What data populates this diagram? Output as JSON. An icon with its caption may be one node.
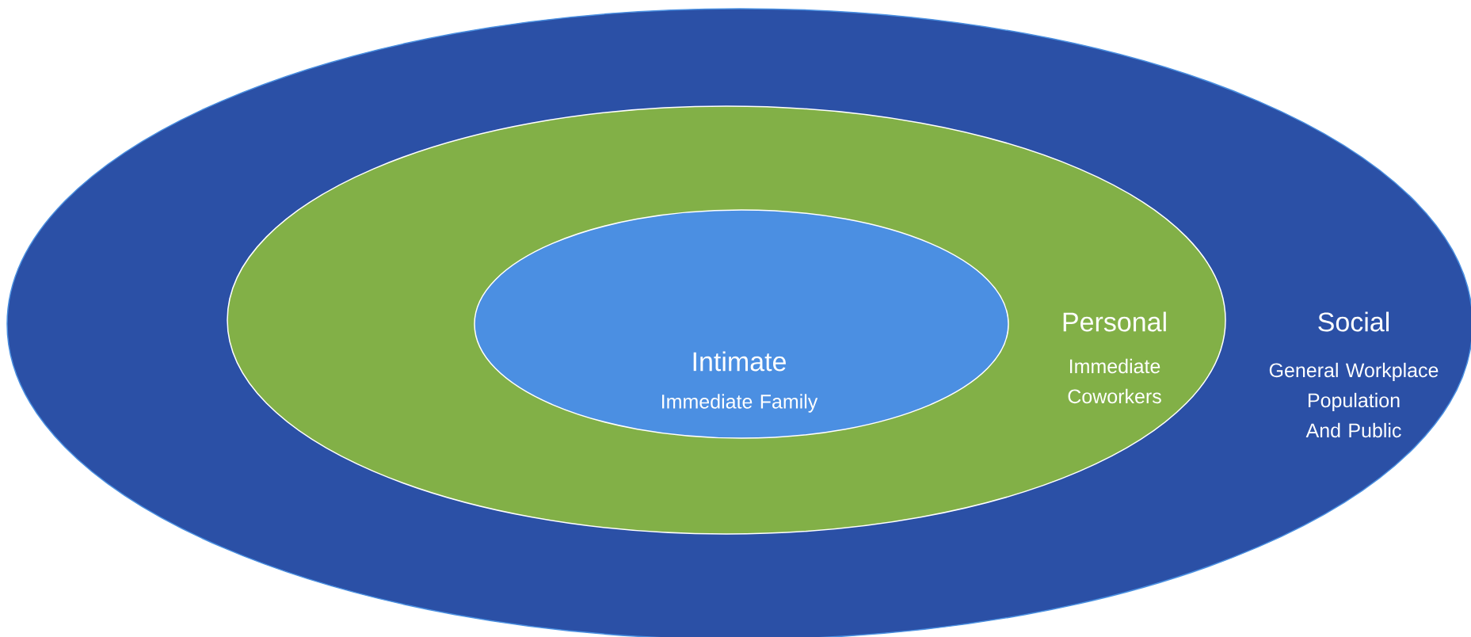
{
  "diagram": {
    "nodes": [
      {
        "text": [
          "Social",
          "General Workplace Population And Public"
        ]
      },
      {
        "text": [
          "Personal",
          "Immediate Coworkers"
        ],
        "in": 0
      },
      {
        "text": [
          "Intimate",
          "Immediate Family"
        ],
        "in": 1
      }
    ]
  }
}
